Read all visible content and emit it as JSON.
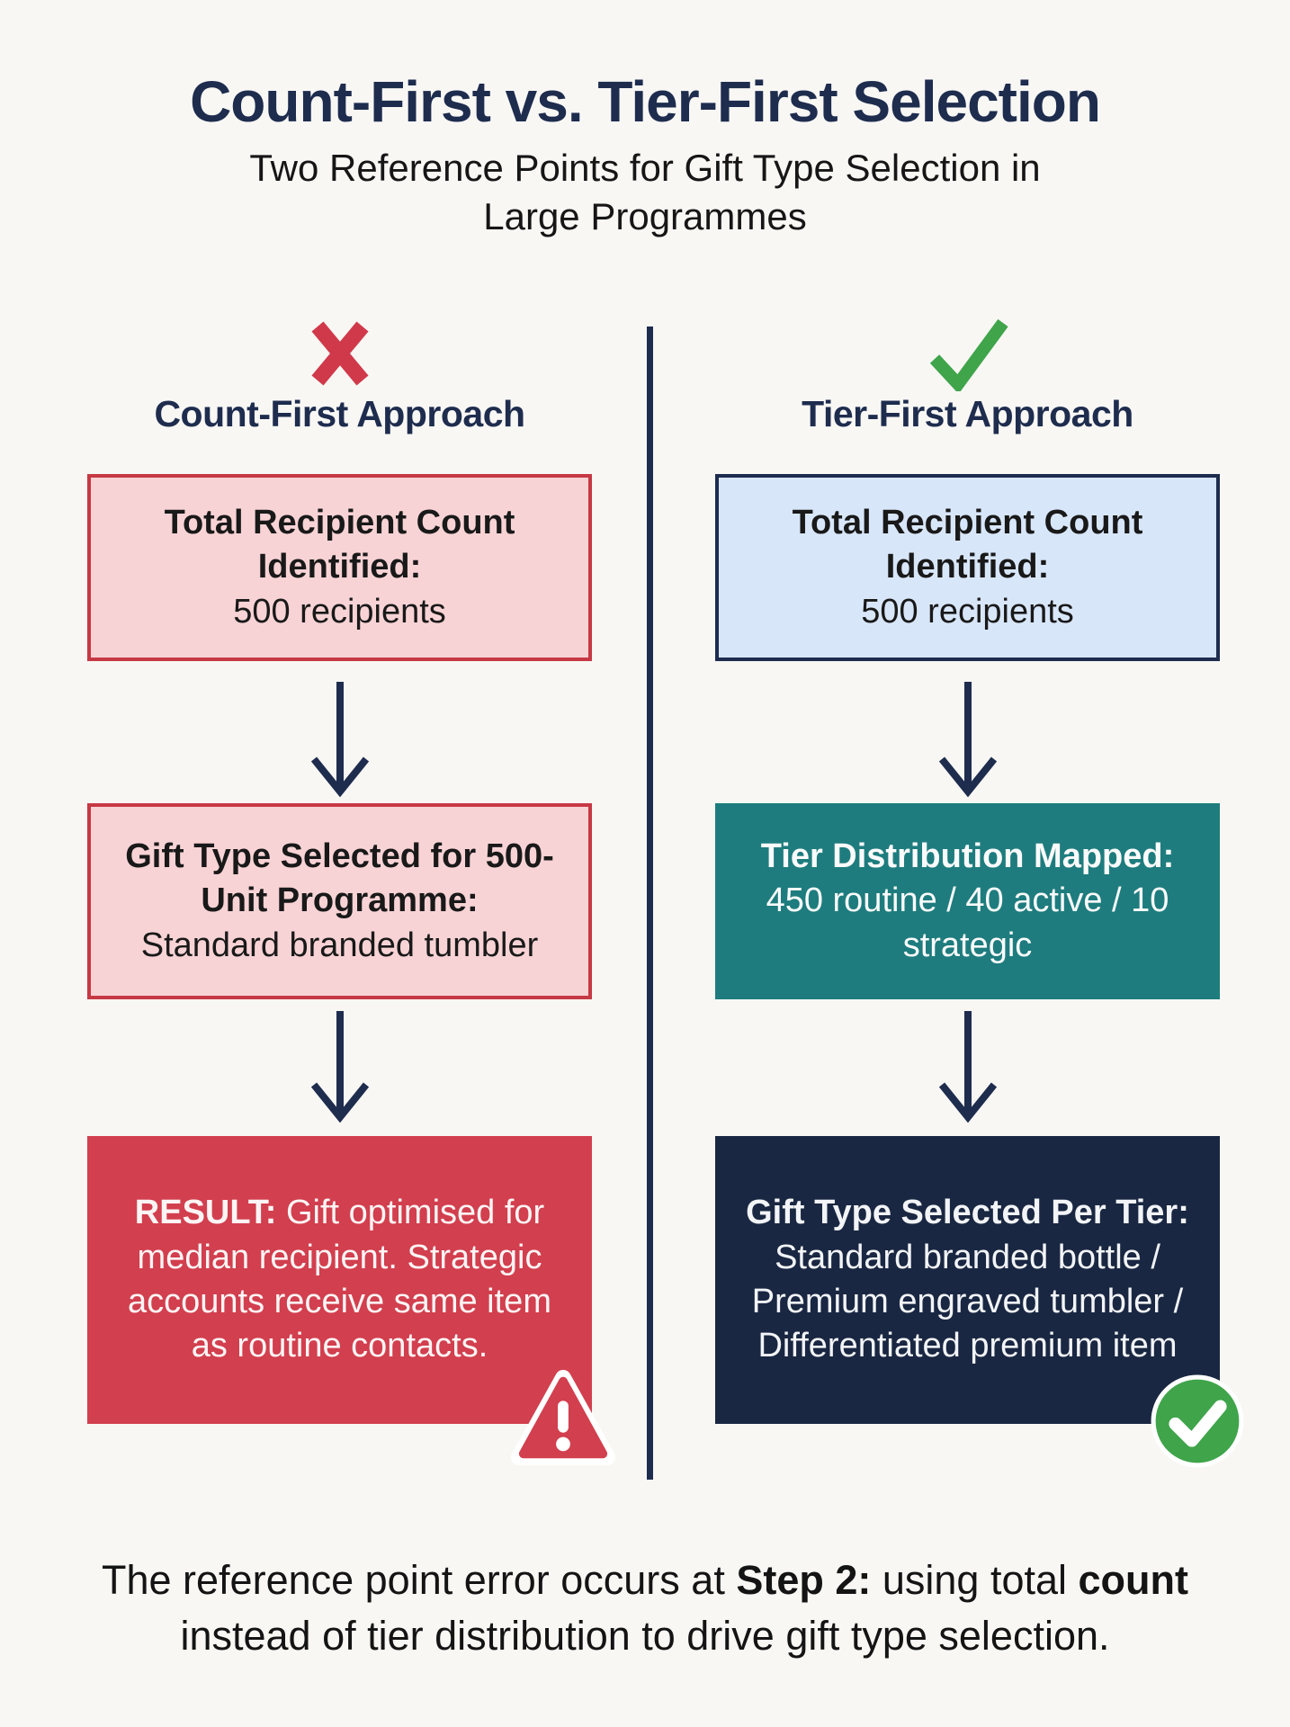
{
  "title": "Count-First vs. Tier-First Selection",
  "subtitle": "Two Reference Points for Gift Type Selection in Large Programmes",
  "colors": {
    "bg": "#f8f7f4",
    "navy": "#1e2c4e",
    "navy-fill": "#1a2742",
    "red": "#d0394a",
    "red-fill": "#d23f4e",
    "pink-fill": "#f8d3d5",
    "blue-fill": "#d8e6fa",
    "teal-fill": "#1e7c7e",
    "green": "#3fa44a",
    "text-dark": "#191919",
    "text-light": "#fbfbfb"
  },
  "left": {
    "icon": "x-icon",
    "header": "Count-First Approach",
    "boxes": [
      {
        "head": "Total Recipient Count Identified:",
        "body": "500 recipients"
      },
      {
        "head": "Gift Type Selected for 500-Unit Programme:",
        "body": "Standard branded tumbler"
      },
      {
        "lead": "RESULT:",
        "body": "Gift optimised for median recipient. Strategic accounts receive same item as routine contacts."
      }
    ],
    "badge": "warning-triangle-icon"
  },
  "right": {
    "icon": "check-icon",
    "header": "Tier-First Approach",
    "boxes": [
      {
        "head": "Total Recipient Count Identified:",
        "body": "500 recipients"
      },
      {
        "head": "Tier Distribution Mapped:",
        "body": "450 routine / 40 active / 10 strategic"
      },
      {
        "head": "Gift Type Selected Per Tier:",
        "body": "Standard branded bottle / Premium engraved tumbler / Differentiated premium item"
      }
    ],
    "badge": "check-circle-icon"
  },
  "footer": {
    "line1_pre": "The reference point error occurs at ",
    "line1_bold1": "Step 2:",
    "line1_mid": " using total ",
    "line1_bold2": "count",
    "line2": "instead of tier distribution to drive gift type selection."
  }
}
